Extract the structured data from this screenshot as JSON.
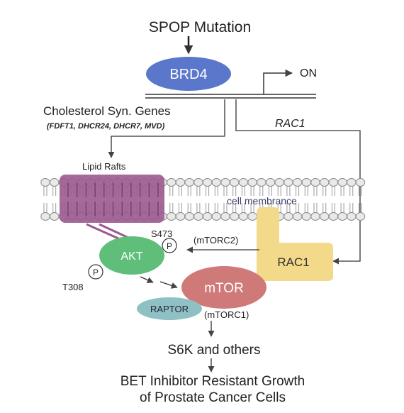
{
  "title": "SPOP Mutation",
  "nodes": {
    "brd4": "BRD4",
    "on": "ON",
    "akt": "AKT",
    "mtor": "mTOR",
    "raptor": "RAPTOR",
    "rac1_box": "RAC1",
    "lipid_rafts": "Lipid Rafts",
    "cell_membrance": "cell membrance",
    "p_s473": "P",
    "p_t308": "P"
  },
  "labels": {
    "cholesterol_genes": "Cholesterol Syn. Genes",
    "gene_list": "(FDFT1, DHCR24, DHCR7, MVD)",
    "rac1_gene": "RAC1",
    "s473": "S473",
    "t308": "T308",
    "mtorc2": "(mTORC2)",
    "mtorc1": "(mTORC1)",
    "s6k": "S6K and others",
    "outcome_line1": "BET Inhibitor Resistant Growth",
    "outcome_line2": "of Prostate Cancer Cells"
  },
  "colors": {
    "brd4": "#5b77cc",
    "akt": "#5fbf7a",
    "mtor": "#cf7a78",
    "raptor": "#8fc1c4",
    "rac1": "#f3d98a",
    "lipid_raft": "#9b5a8f",
    "membrane_head": "#e9e9e9",
    "arrow": "#444444"
  }
}
